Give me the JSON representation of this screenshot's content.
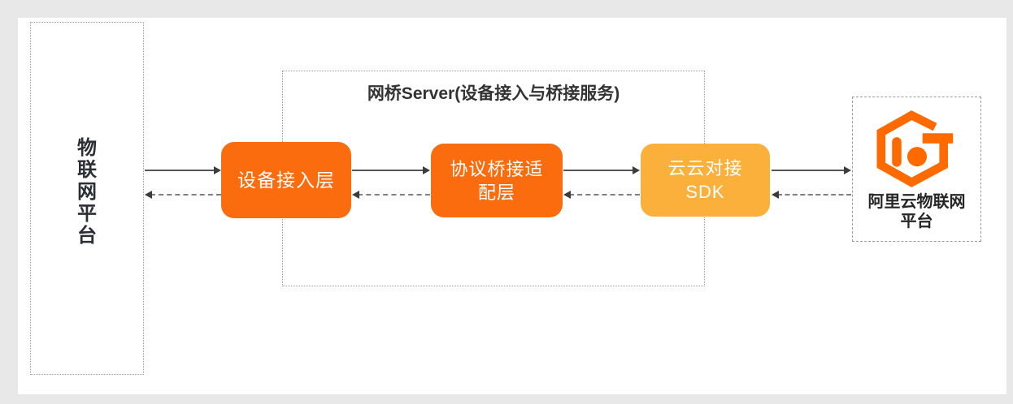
{
  "colors": {
    "page_background": "#E8E8E8",
    "card_background": "#FFFFFF",
    "box_orange": "#FB6C0F",
    "box_amber": "#FBB03C",
    "logo_orange": "#FF6A00",
    "dashed_border": "#9B9B9B",
    "solid_arrow": "#565656",
    "dashed_arrow": "#7F7F7F",
    "arrowhead": "#3C3C3C",
    "text_dark": "#262626",
    "box_text": "#FFFFFF"
  },
  "iot_platform_panel": {
    "label": "物联网平台",
    "label_vertical": "物\n联\n网\n平\n台"
  },
  "bridge_server": {
    "title": "网桥Server(设备接入与桥接服务)",
    "device_access_box": {
      "label": "设备接入层"
    },
    "protocol_bridge_box": {
      "line1": "协议桥接适",
      "line2": "配层"
    },
    "cloud_sdk_box": {
      "line1": "云云对接",
      "line2": "SDK"
    }
  },
  "aliyun_panel": {
    "logo": "aliyun-iot-hexagon-logo",
    "line1": "阿里云物联网",
    "line2": "平台"
  },
  "connections": [
    {
      "from": "物联网平台",
      "to": "设备接入层",
      "style": "solid",
      "direction": "right"
    },
    {
      "from": "设备接入层",
      "to": "物联网平台",
      "style": "dashed",
      "direction": "left"
    },
    {
      "from": "设备接入层",
      "to": "协议桥接适配层",
      "style": "solid",
      "direction": "right"
    },
    {
      "from": "协议桥接适配层",
      "to": "设备接入层",
      "style": "dashed",
      "direction": "left"
    },
    {
      "from": "协议桥接适配层",
      "to": "云云对接SDK",
      "style": "solid",
      "direction": "right"
    },
    {
      "from": "云云对接SDK",
      "to": "协议桥接适配层",
      "style": "dashed",
      "direction": "left"
    },
    {
      "from": "云云对接SDK",
      "to": "阿里云物联网平台",
      "style": "solid",
      "direction": "right"
    },
    {
      "from": "阿里云物联网平台",
      "to": "云云对接SDK",
      "style": "dashed",
      "direction": "left"
    }
  ]
}
